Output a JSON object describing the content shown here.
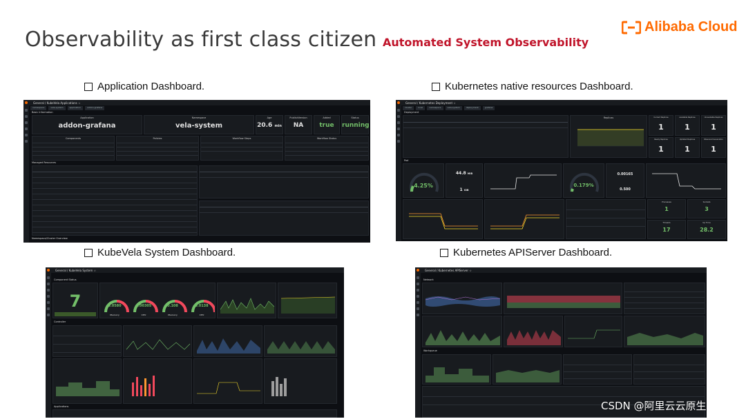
{
  "slide": {
    "title": "Observability as first class citizen",
    "subtitle": "Automated System Observability",
    "logo_text": "Alibaba Cloud",
    "watermark": "CSDN @阿里云云原生"
  },
  "captions": {
    "application": "Application Dashboard.",
    "k8s_native": "Kubernetes native resources Dashboard.",
    "kubevela": "KubeVela System Dashboard.",
    "apiserver": "Kubernetes APIServer Dashboard."
  },
  "app_dashboard": {
    "breadcrumb": "General / KubeVela Applications ☆",
    "row_basic": "Basic Information",
    "stats": [
      {
        "label": "Application",
        "value": "addon-grafana",
        "color": "#e0e0e0"
      },
      {
        "label": "Namespace",
        "value": "vela-system",
        "color": "#e0e0e0"
      },
      {
        "label": "Age",
        "value": "20.6",
        "unit": "min",
        "color": "#e0e0e0"
      },
      {
        "label": "PublishVersion",
        "value": "NA",
        "color": "#e0e0e0"
      },
      {
        "label": "Added",
        "value": "true",
        "color": "#73bf69"
      },
      {
        "label": "Status",
        "value": "running",
        "color": "#73bf69"
      }
    ],
    "sections": [
      "Components",
      "Policies",
      "Workflow Steps",
      "Workflow Status"
    ],
    "row_managed": "Managed Resources",
    "row_namespace": "Namespace/Cluster Overview"
  },
  "k8s_dashboard": {
    "breadcrumb": "General / Kubernetes Deployment ☆",
    "row_deploy": "Deployment",
    "replicas_title": "Replicas",
    "stats_titles": [
      "Current Replicas",
      "Available Replicas",
      "Unavailable Replicas",
      "Ready Replicas",
      "Updated Replicas",
      "Observed Generation"
    ],
    "stats_values": [
      "1",
      "1",
      "1",
      "1",
      "1",
      "1"
    ],
    "row_pod": "Pod",
    "memory_pct": "4.25%",
    "memory_total": "44.8",
    "memory_total_unit": "MiB",
    "memory_limit": "1",
    "memory_limit_unit": "GiB",
    "cpu_pct": "0.179%",
    "cpu_val1": "0.00165",
    "cpu_val2": "0.500",
    "restarts": [
      "1",
      "3",
      "17",
      "28.2"
    ],
    "restarts_titles": [
      "Processes",
      "Sockets",
      "Threads",
      "Up Time"
    ]
  },
  "vela_dashboard": {
    "breadcrumb": "General / KubeVela System ☆",
    "row_components": "Component Status",
    "big_number": "7",
    "gauges": [
      {
        "value": "0.0580",
        "label": "Memory"
      },
      {
        "value": "0.00305",
        "label": "CPU"
      },
      {
        "value": "0.108",
        "label": "Memory"
      },
      {
        "value": "0.0138",
        "label": "CPU"
      }
    ],
    "row_controller": "Controller",
    "row_applications": "Applications"
  },
  "api_dashboard": {
    "breadcrumb": "General / Kubernetes APIServer ☆",
    "row_network": "Network",
    "row_workqueue": "Workqueue"
  },
  "colors": {
    "accent": "#ff6a00",
    "subtitle_red": "#c0142a",
    "grafana_green": "#73bf69",
    "grafana_yellow": "#fade2a",
    "grafana_orange": "#ff9830",
    "grafana_red": "#f2495c",
    "grafana_blue": "#5794f2",
    "panel_bg": "#181b1f",
    "dash_bg": "#0d0f13"
  }
}
